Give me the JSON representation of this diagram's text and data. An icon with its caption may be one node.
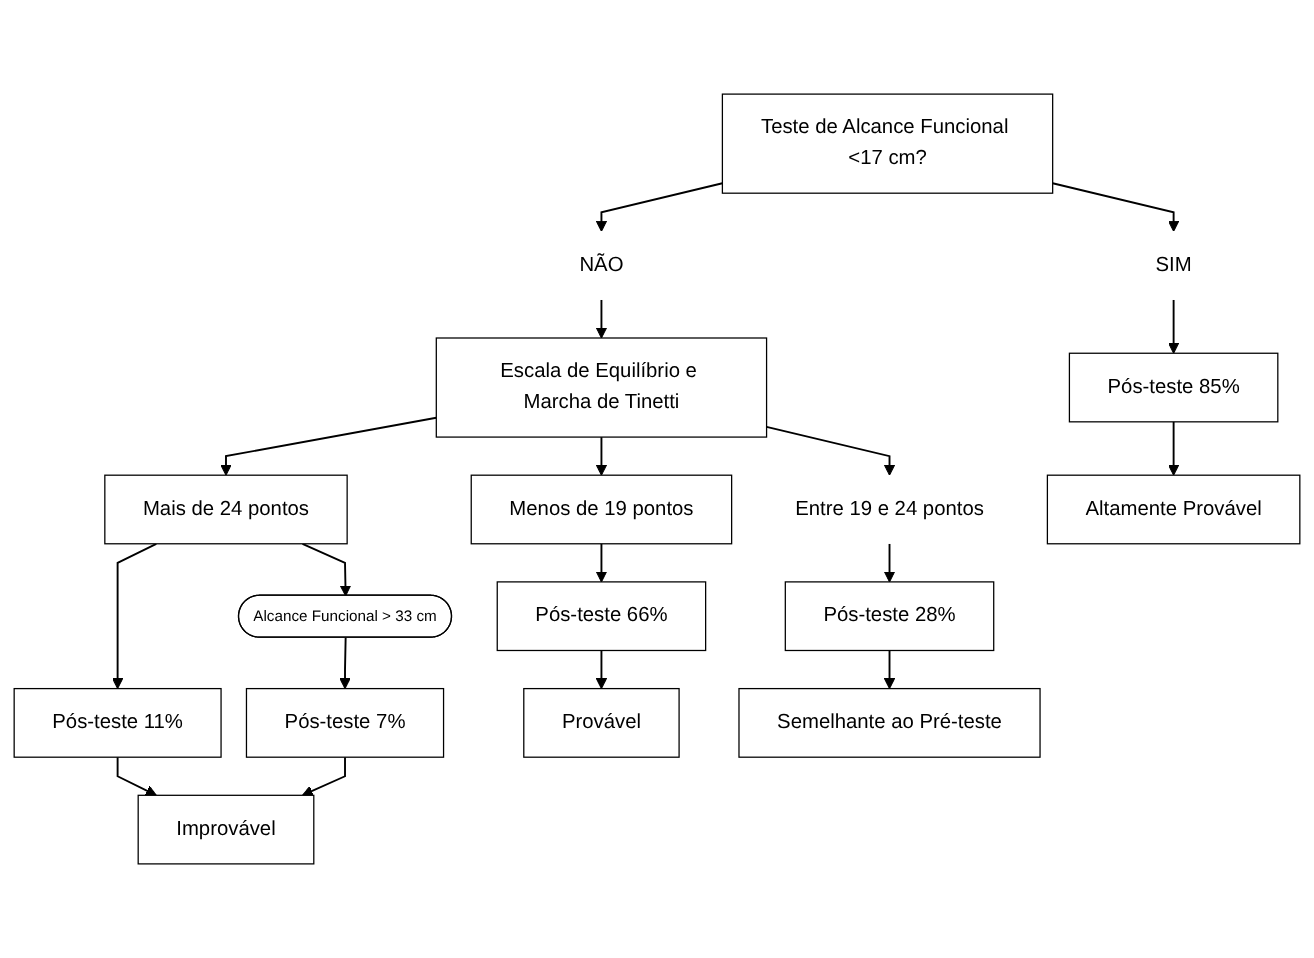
{
  "diagram": {
    "nodes": [
      {
        "text": [
          "Teste de Alcance Funcional <17 cm?"
        ]
      },
      {
        "text": [
          "SIM"
        ]
      },
      {
        "text": [
          "NÃO"
        ]
      },
      {
        "text": [
          "Escala de Equilíbrio e Marcha de Tinetti"
        ]
      },
      {
        "text": [
          "Menos de 19 pontos"
        ]
      },
      {
        "text": [
          "Entre 19 e 24 pontos"
        ]
      },
      {
        "text": [
          "Mais de 24 pontos"
        ]
      },
      {
        "text": [
          "Alcance Funcional > 33 cm"
        ]
      },
      {
        "text": [
          "Pós-teste 85%"
        ]
      },
      {
        "text": [
          "Pós-teste 66%"
        ]
      },
      {
        "text": [
          "Pós-teste 28%"
        ]
      },
      {
        "text": [
          "Pós-teste 11%"
        ]
      },
      {
        "text": [
          "Pós-teste 7%"
        ]
      },
      {
        "text": [
          "Altamente Provável"
        ]
      },
      {
        "text": [
          "Provável"
        ]
      },
      {
        "text": [
          "Semelhante ao Pré-teste"
        ]
      },
      {
        "text": [
          "Improvável"
        ]
      }
    ],
    "edges": [
      {
        "from": 0,
        "to": 1,
        "arrow": "to"
      },
      {
        "from": 0,
        "to": 2,
        "arrow": "to"
      },
      {
        "from": 2,
        "to": 3,
        "arrow": "to"
      },
      {
        "from": 1,
        "to": 8,
        "arrow": "to"
      },
      {
        "from": 3,
        "to": 4,
        "arrow": "to"
      },
      {
        "from": 3,
        "to": 5,
        "arrow": "to"
      },
      {
        "from": 3,
        "to": 6,
        "arrow": "to"
      },
      {
        "from": 4,
        "to": 9,
        "arrow": "to"
      },
      {
        "from": 5,
        "to": 10,
        "arrow": "to"
      },
      {
        "from": 6,
        "to": 11,
        "arrow": "to"
      },
      {
        "from": 6,
        "to": 7,
        "arrow": "to"
      },
      {
        "from": 7,
        "to": 12,
        "arrow": "to"
      },
      {
        "from": 8,
        "to": 13,
        "arrow": "to"
      },
      {
        "from": 9,
        "to": 14,
        "arrow": "to"
      },
      {
        "from": 10,
        "to": 15,
        "arrow": "to"
      },
      {
        "from": 11,
        "to": 16,
        "arrow": "to"
      },
      {
        "from": 12,
        "to": 16,
        "arrow": "to"
      }
    ]
  }
}
